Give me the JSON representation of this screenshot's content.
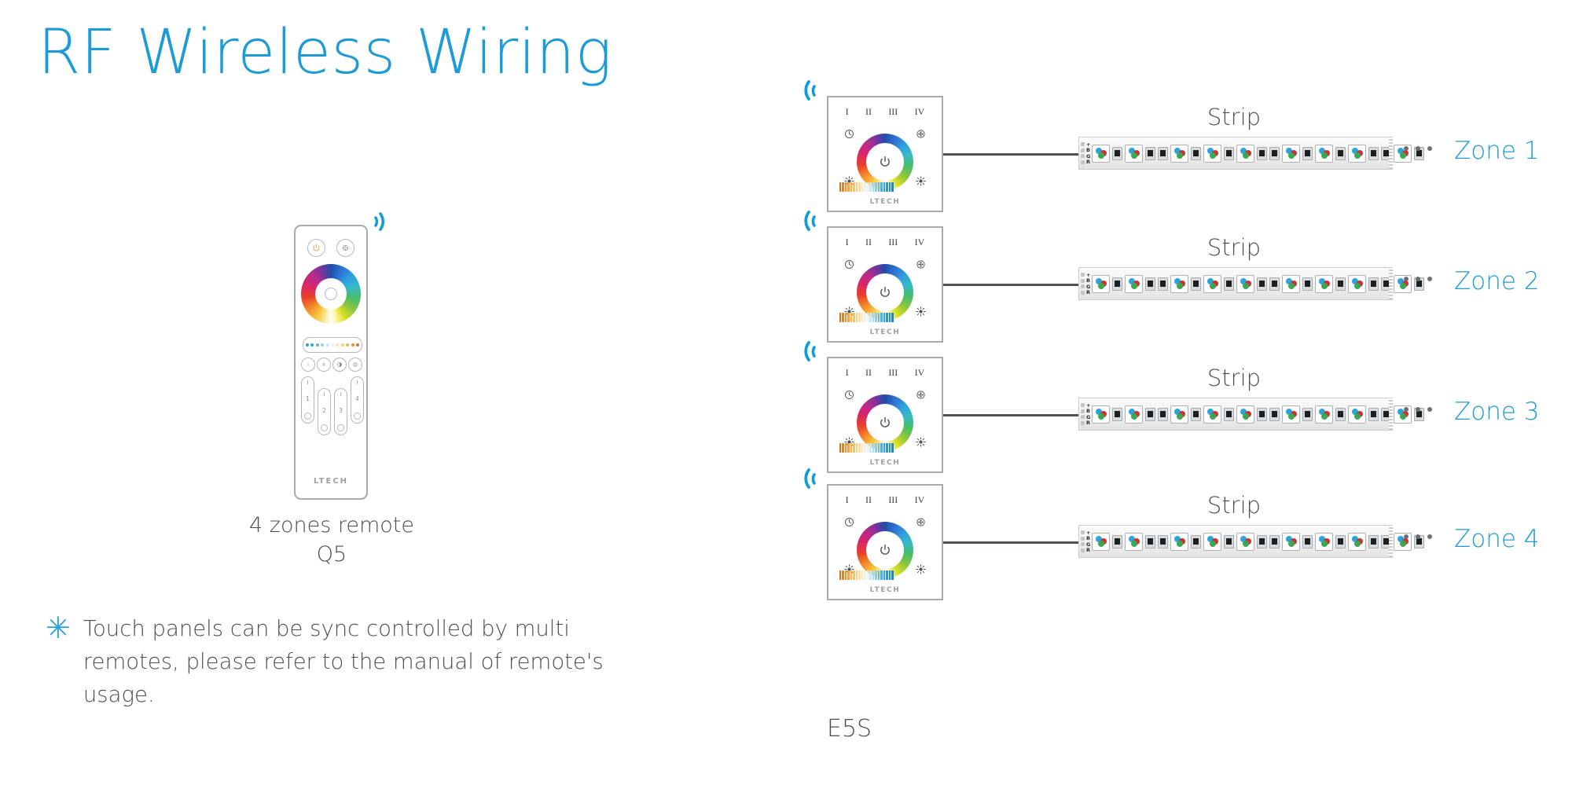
{
  "title": "RF Wireless Wiring",
  "colors": {
    "accent_blue": "#1d9bd8",
    "rf_blue": "#0d9ddb",
    "text_gray": "#4a4f52",
    "device_outline": "#a7abaf"
  },
  "remote": {
    "rf_icon": "rf-signal-icon",
    "power_button": "power-icon",
    "settings_button": "settings-icon",
    "color_wheel": "color-wheel",
    "brightness_slider": "cct-slider",
    "mode_buttons": [
      "I",
      "II",
      "D",
      "S"
    ],
    "zone_buttons": [
      {
        "top": "I",
        "num": "1"
      },
      {
        "top": "I",
        "num": "2"
      },
      {
        "top": "I",
        "num": "3"
      },
      {
        "top": "I",
        "num": "4"
      }
    ],
    "brand": "LTECH",
    "caption_line1": "4 zones remote",
    "caption_line2": "Q5"
  },
  "footnote": {
    "marker": "✳",
    "text": "Touch panels can be sync controlled by multi remotes, please refer to the manual of remote's usage."
  },
  "panel": {
    "romans": [
      "I",
      "II",
      "III",
      "IV"
    ],
    "clock_icon": "clock-icon",
    "settings_icon": "settings-icon",
    "sun_left_icon": "sun-icon",
    "sun_right_icon": "sun-icon",
    "power_icon": "power-icon",
    "brand": "LTECH",
    "model_caption": "E5S"
  },
  "strip": {
    "pads": [
      "+",
      "B",
      "G",
      "R"
    ],
    "label": "Strip",
    "continuation": "..."
  },
  "rows": [
    {
      "zone": "Zone 1",
      "strip_label": "Strip"
    },
    {
      "zone": "Zone 2",
      "strip_label": "Strip"
    },
    {
      "zone": "Zone 3",
      "strip_label": "Strip"
    },
    {
      "zone": "Zone 4",
      "strip_label": "Strip"
    }
  ]
}
